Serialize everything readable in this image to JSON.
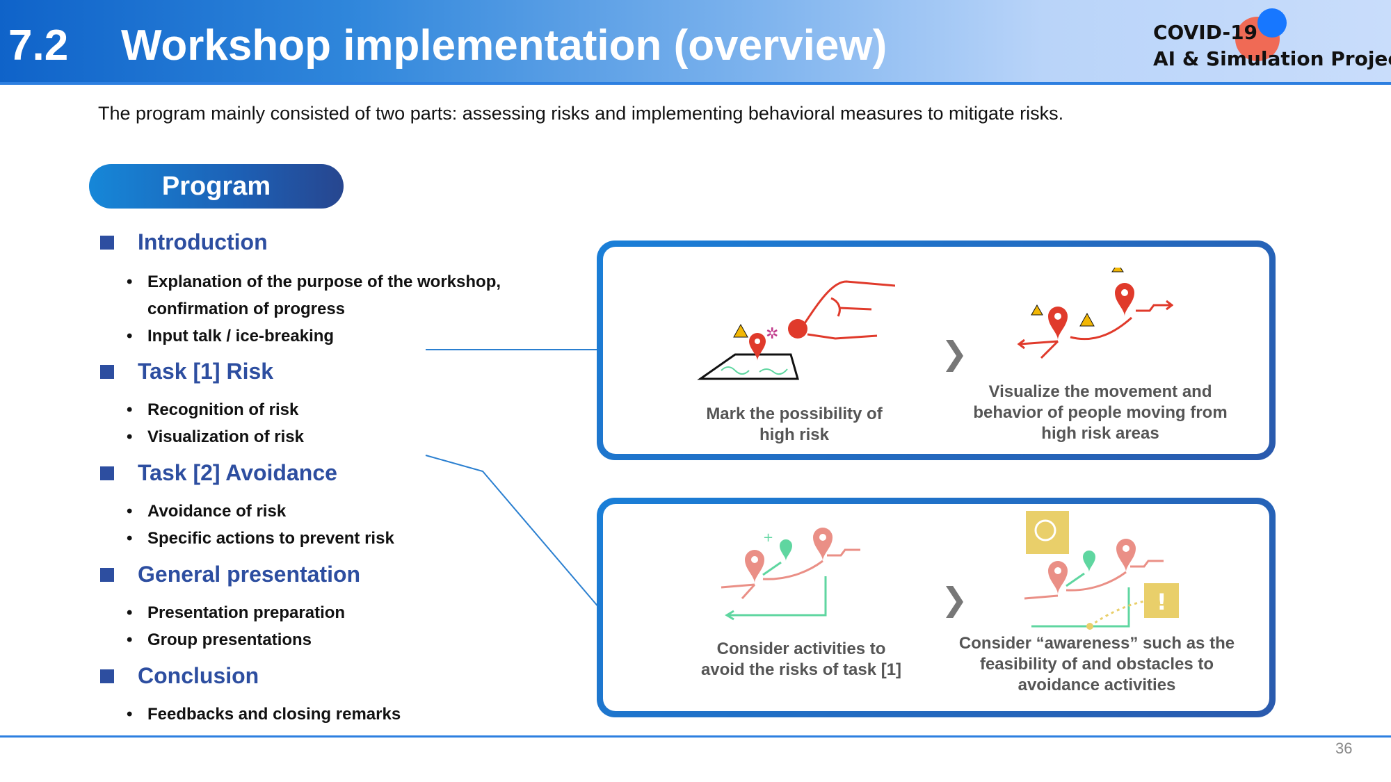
{
  "header": {
    "number": "7.2",
    "title": "Workshop implementation (overview)",
    "project_line1": "COVID-19",
    "project_line2": "AI & Simulation Project"
  },
  "intro": "The program mainly consisted of two parts: assessing risks and implementing behavioral measures to mitigate risks.",
  "program_label": "Program",
  "sections": [
    {
      "label": "Introduction",
      "items": [
        "Explanation of the purpose of the workshop,",
        "confirmation of progress",
        "Input talk / ice-breaking"
      ]
    },
    {
      "label": "Task [1] Risk",
      "items": [
        "Recognition of risk",
        "Visualization of risk"
      ]
    },
    {
      "label": "Task [2] Avoidance",
      "items": [
        "Avoidance of risk",
        "Specific actions to prevent risk"
      ]
    },
    {
      "label": "General presentation",
      "items": [
        "Presentation preparation",
        "Group presentations"
      ]
    },
    {
      "label": "Conclusion",
      "items": [
        "Feedbacks and closing remarks"
      ]
    }
  ],
  "box1": {
    "caption_left": [
      "Mark the possibility of",
      "high risk"
    ],
    "caption_right": [
      "Visualize the movement and",
      "behavior of people moving from",
      "high risk areas"
    ]
  },
  "box2": {
    "caption_left": [
      "Consider activities to",
      "avoid the risks of task [1]"
    ],
    "caption_right": [
      "Consider “awareness” such as the",
      "feasibility of and obstacles to",
      "avoidance activities"
    ]
  },
  "chevron": "❯",
  "bullet": "•",
  "page_number": "36",
  "colors": {
    "accent": "#2d4ea0",
    "header_blue": "#0f63c9",
    "risk_red": "#e03a2b",
    "soft_red": "#ea8f86",
    "green": "#5fd6a0",
    "yellow": "#e9cf6a"
  }
}
